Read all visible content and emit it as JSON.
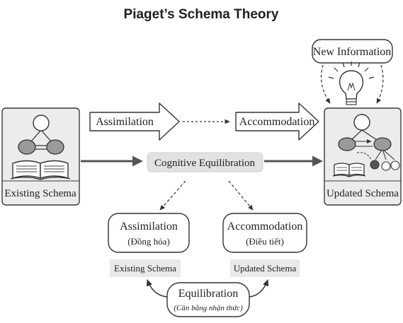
{
  "title": "Piaget’s Schema Theory",
  "left_panel": {
    "label": "Existing Schema"
  },
  "right_panel": {
    "label": "Updated Schema"
  },
  "new_information": {
    "label": "New Information"
  },
  "top_arrows": {
    "assimilation": "Assimilation",
    "accommodation": "Accommodation"
  },
  "center": {
    "label": "Cognitive Equilibration"
  },
  "lower": {
    "assimilation": {
      "title": "Assimilation",
      "subtitle": "(Đồng hóa)",
      "tag": "Existing Schema"
    },
    "accommodation": {
      "title": "Accommodation",
      "subtitle": "(Điều tiết)",
      "tag": "Updated Schema"
    }
  },
  "equilibration": {
    "title": "Equilibration",
    "subtitle": "(Cân bằng nhận thức)"
  },
  "colors": {
    "panel_fill": "#ececec",
    "stroke": "#3a3a3a",
    "node_gray": "#9a9a9a",
    "center_fill": "#e2e2e2",
    "tag_fill": "#e9e9e9",
    "arrow_dark": "#555555"
  }
}
